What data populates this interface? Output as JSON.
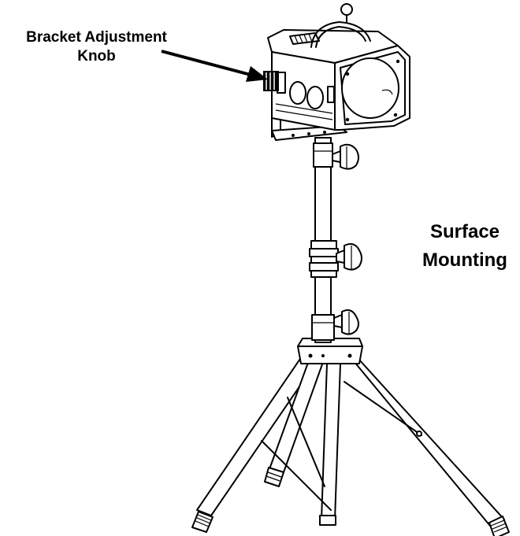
{
  "labels": {
    "bracket_line1": "Bracket Adjustment",
    "bracket_line2": "Knob",
    "surface_line1": "Surface",
    "surface_line2": "Mounting"
  },
  "colors": {
    "ink": "#000000",
    "background": "#ffffff"
  }
}
